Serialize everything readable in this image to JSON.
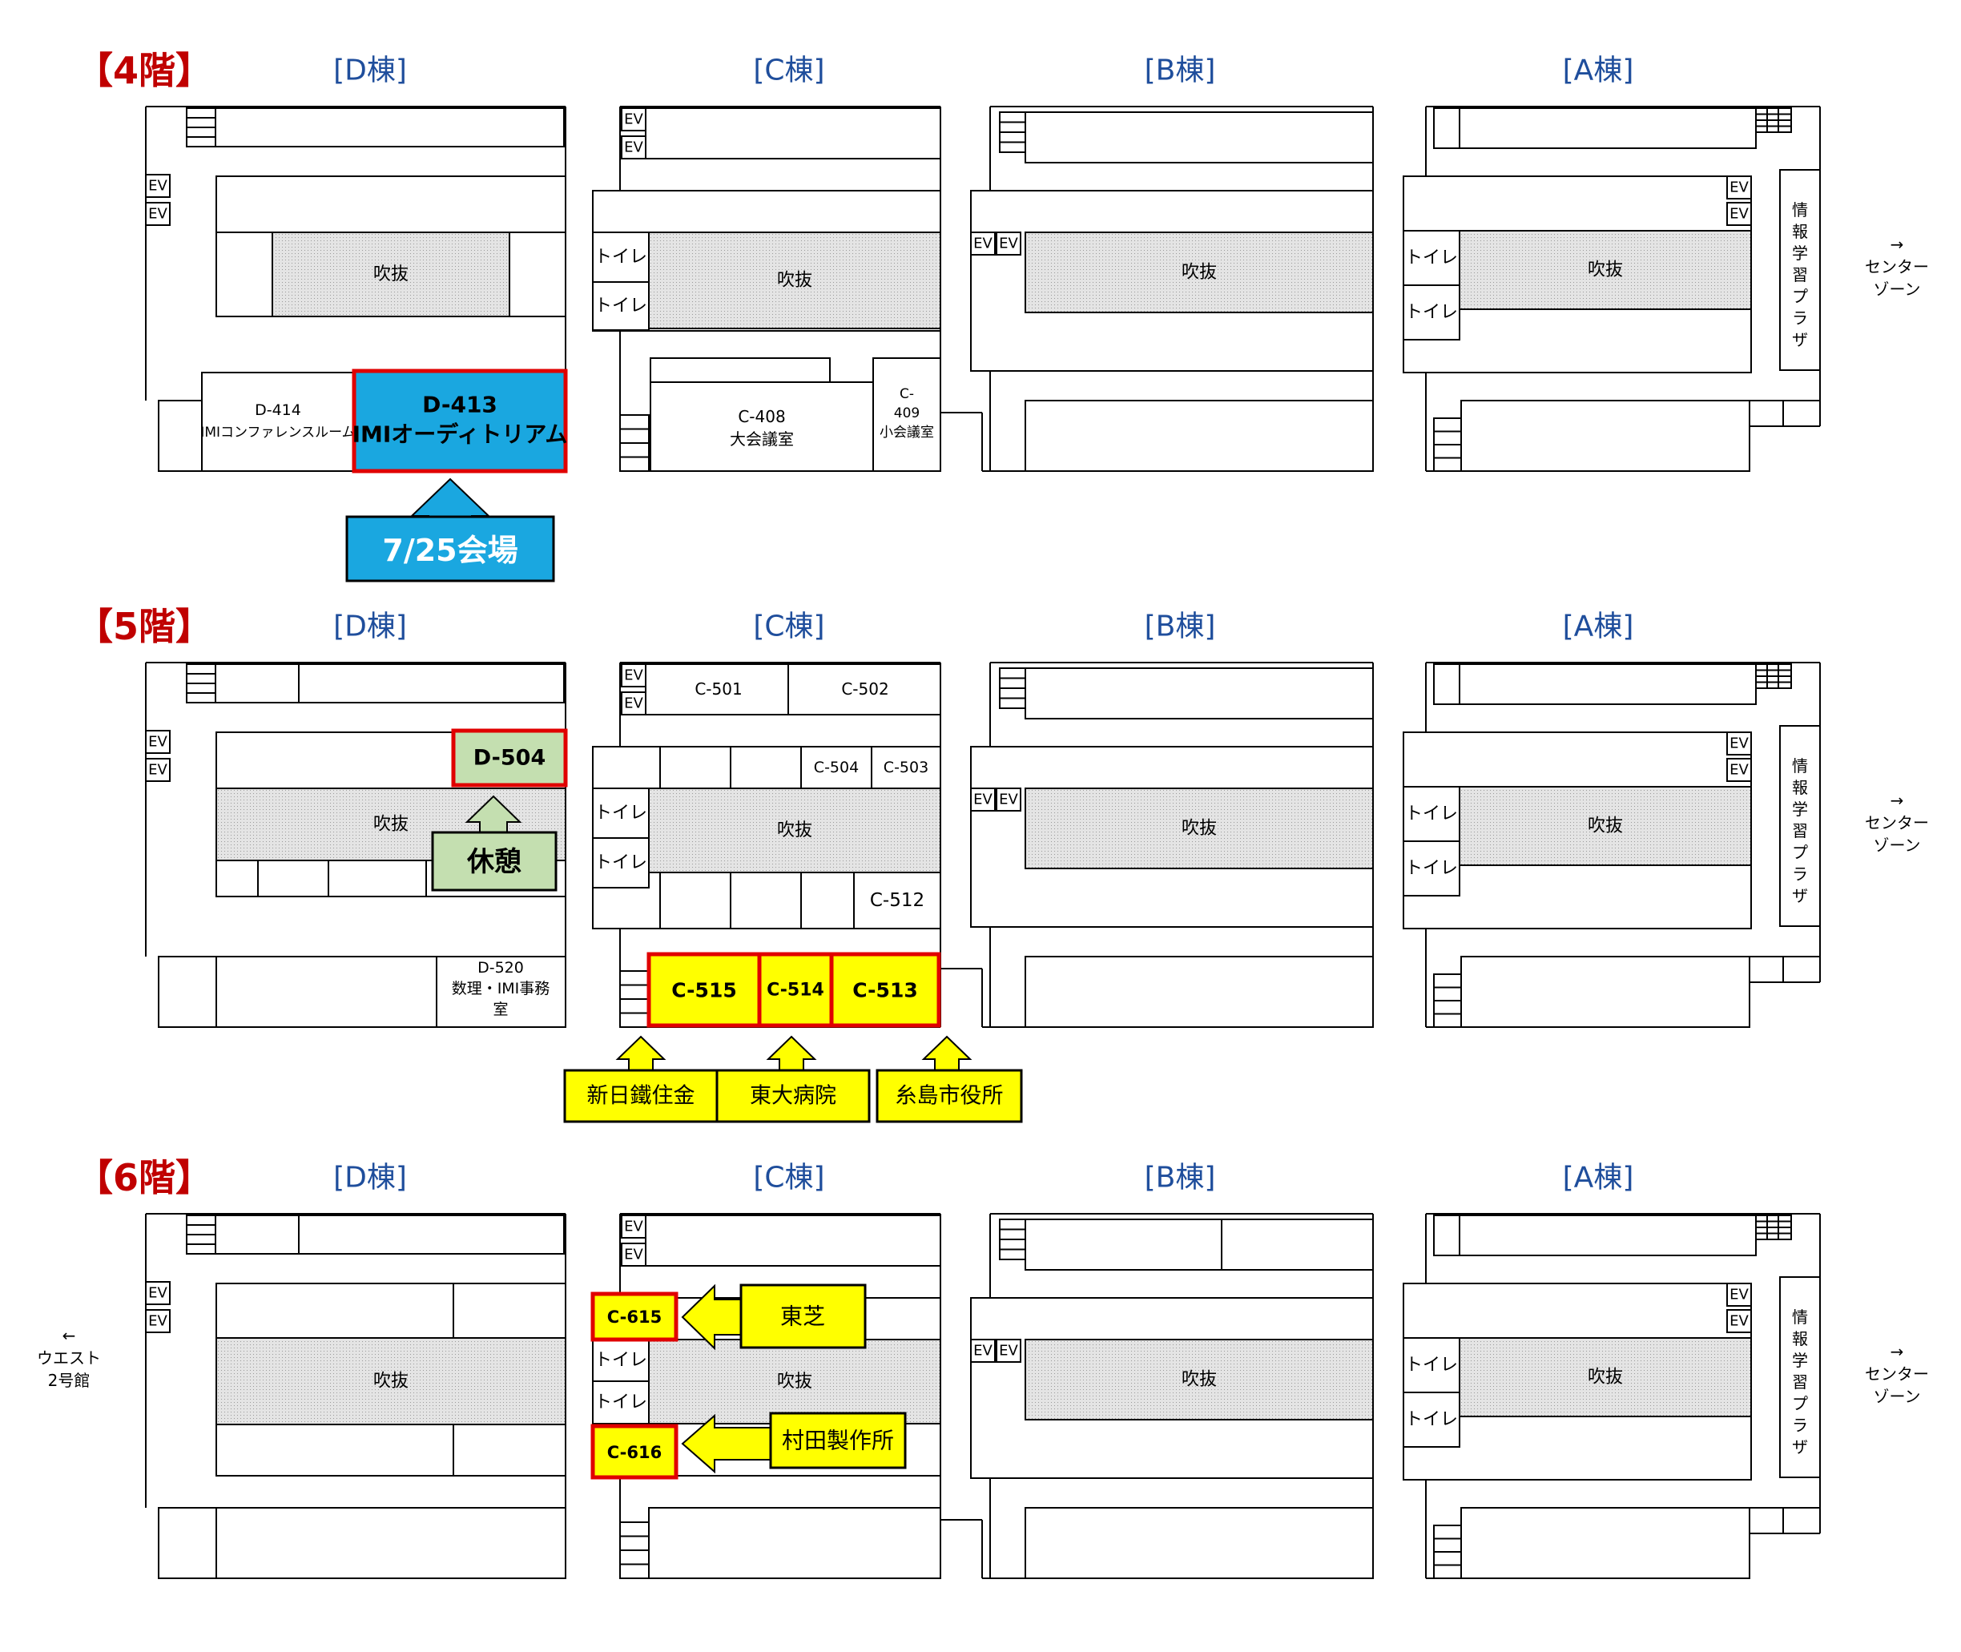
{
  "colors": {
    "floor_title": "#c00000",
    "building_label": "#1f4e9c",
    "line": "#000000",
    "atrium": "#dcdcdc",
    "highlight_border": "#e00000",
    "venue_fill": "#1aa7e0",
    "rest_fill": "#c4dfb0",
    "company_fill": "#ffff00"
  },
  "buildings": [
    "[D棟]",
    "[C棟]",
    "[B棟]",
    "[A棟]"
  ],
  "common": {
    "ev": "EV",
    "toilet": "トイレ",
    "atrium": "吹抜",
    "info_plaza": [
      "情",
      "報",
      "学",
      "習",
      "プ",
      "ラ",
      "ザ"
    ],
    "center_zone": [
      "→",
      "センター",
      "ゾーン"
    ],
    "west_bldg2": [
      "←",
      "ウエスト",
      "2号館"
    ]
  },
  "floor4": {
    "title": "【4階】",
    "d414": [
      "D-414",
      "IMIコンファレンスルーム"
    ],
    "d413": [
      "D-413",
      "IMIオーディトリアム"
    ],
    "c408": [
      "C-408",
      "大会議室"
    ],
    "c409": [
      "C-",
      "409",
      "小会議室"
    ],
    "venue_note": "7/25会場"
  },
  "floor5": {
    "title": "【5階】",
    "c501": "C-501",
    "c502": "C-502",
    "c504": "C-504",
    "c503": "C-503",
    "c512": "C-512",
    "d504": "D-504",
    "rest_note": "休憩",
    "d520": [
      "D-520",
      "数理・IMI事務",
      "室"
    ],
    "c515": "C-515",
    "c514": "C-514",
    "c513": "C-513",
    "company_c515": "新日鐵住金",
    "company_c514": "東大病院",
    "company_c513": "糸島市役所"
  },
  "floor6": {
    "title": "【6階】",
    "c615": "C-615",
    "c616": "C-616",
    "company_c615": "東芝",
    "company_c616": "村田製作所"
  }
}
